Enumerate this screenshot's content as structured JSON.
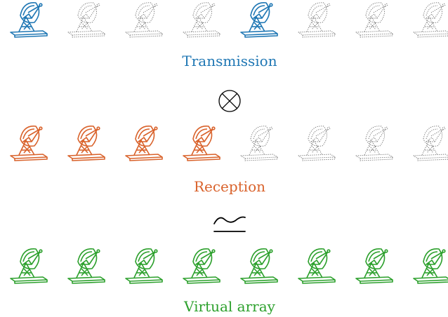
{
  "rows": [
    {
      "label": "Transmission",
      "color": "#1f77b4",
      "active": [
        true,
        false,
        false,
        false,
        true,
        false,
        false,
        false
      ]
    },
    {
      "label": "Reception",
      "color": "#d9622b",
      "active": [
        true,
        true,
        true,
        true,
        false,
        false,
        false,
        false
      ]
    },
    {
      "label": "Virtual array",
      "color": "#2ca02c",
      "active": [
        true,
        true,
        true,
        true,
        true,
        true,
        true,
        true
      ]
    }
  ],
  "operators": [
    "otimes-icon",
    "approx-equal-icon"
  ],
  "inactive_color": "#666666"
}
